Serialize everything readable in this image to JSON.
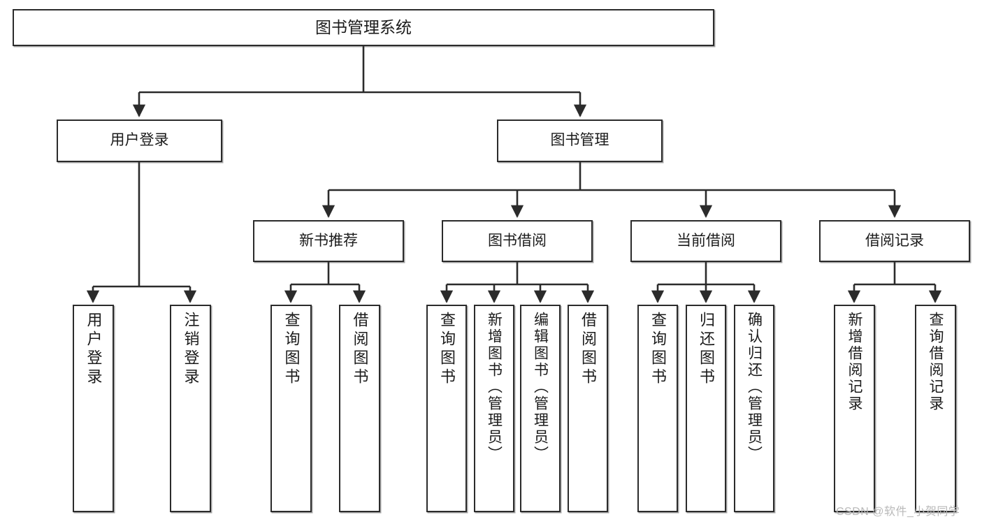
{
  "diagram": {
    "title": "图书管理系统",
    "root": {
      "label": "图书管理系统"
    },
    "level2": [
      {
        "label": "用户登录"
      },
      {
        "label": "图书管理"
      }
    ],
    "level3": [
      {
        "label": "新书推荐"
      },
      {
        "label": "图书借阅"
      },
      {
        "label": "当前借阅"
      },
      {
        "label": "借阅记录"
      }
    ],
    "leaves": {
      "user_login": [
        {
          "label": "用户登录"
        },
        {
          "label": "注销登录"
        }
      ],
      "new_book_recommend": [
        {
          "label": "查询图书"
        },
        {
          "label": "借阅图书"
        }
      ],
      "book_borrow": [
        {
          "label": "查询图书"
        },
        {
          "label": "新增图书（管理员）"
        },
        {
          "label": "编辑图书（管理员）"
        },
        {
          "label": "借阅图书"
        }
      ],
      "current_borrow": [
        {
          "label": "查询图书"
        },
        {
          "label": "归还图书"
        },
        {
          "label": "确认归还（管理员）"
        }
      ],
      "borrow_record": [
        {
          "label": "新增借阅记录"
        },
        {
          "label": "查询借阅记录"
        }
      ]
    }
  },
  "watermark": {
    "text": "CSDN @软件_小贺同学"
  },
  "colors": {
    "border": "#2b2b2b",
    "background": "#ffffff",
    "text": "#1b1b1b",
    "watermark": "#b9b9b9"
  }
}
